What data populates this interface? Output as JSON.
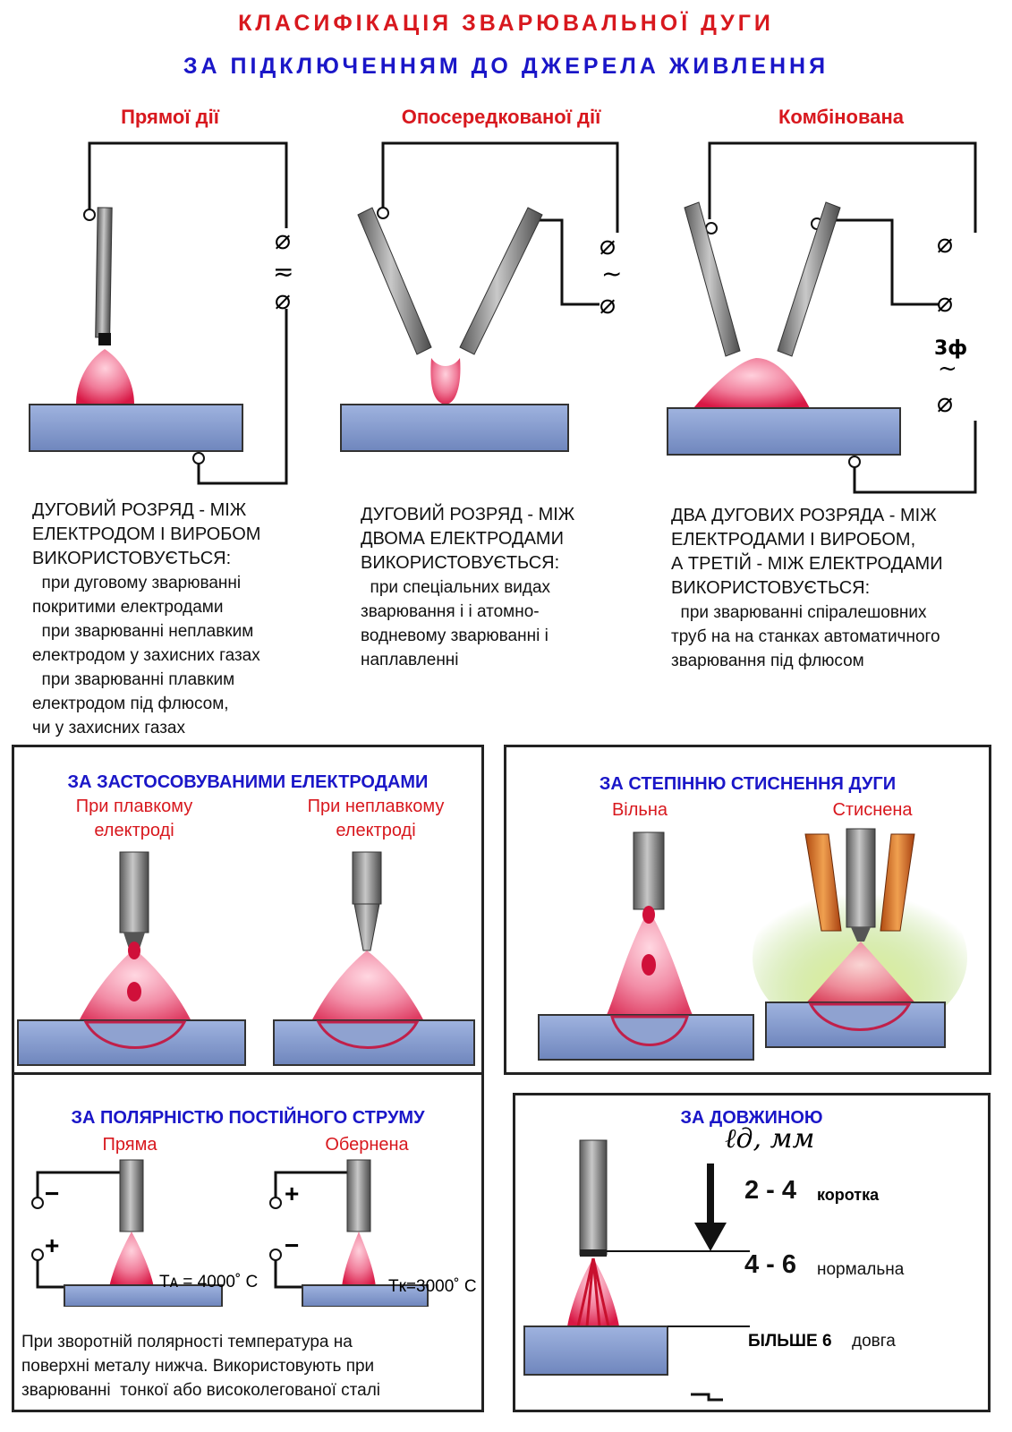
{
  "header": {
    "title": "КЛАСИФІКАЦІЯ ЗВАРЮВАЛЬНОЇ ДУГИ",
    "subtitle": "ЗА ПІДКЛЮЧЕННЯМ ДО ДЖЕРЕЛА ЖИВЛЕННЯ"
  },
  "power": {
    "direct": {
      "label": "Прямої дії",
      "desc": "ДУГОВИЙ РОЗРЯД - МІЖ\nЕЛЕКТРОДОМ І ВИРОБОМ\nВИКОРИСТОВУЄТЬСЯ:",
      "uses": "  при дуговому зварюванні\nпокритими електродами\n  при зварюванні неплавким\nелектродом у захисних газах\n  при зварюванні плавким\nелектродом під флюсом,\nчи у захисних газах"
    },
    "indirect": {
      "label": "Опосередкованої дії",
      "desc": "ДУГОВИЙ РОЗРЯД - МІЖ\nДВОМА ЕЛЕКТРОДАМИ\nВИКОРИСТОВУЄТЬСЯ:",
      "uses": "  при спеціальних видах\nзварювання і і атомно-\nводневому зварюванні і\nнаплавленні"
    },
    "combined": {
      "label": "Комбінована",
      "desc": "ДВА ДУГОВИХ РОЗРЯДА - МІЖ\nЕЛЕКТРОДАМИ І ВИРОБОМ,\nА ТРЕТІЙ - МІЖ ЕЛЕКТРОДАМИ\nВИКОРИСТОВУЄТЬСЯ:",
      "uses": "  при зварюванні спіралешовних\nтруб на на станках автоматичного\nзварювання під флюсом",
      "phase_label": "3ф"
    },
    "ac_symbol": "~",
    "ac_dc_symbol": "≂"
  },
  "electrodes": {
    "title": "ЗА ЗАСТОСОВУВАНИМИ ЕЛЕКТРОДАМИ",
    "consumable": "При плавкому\nелектроді",
    "nonconsumable": "При неплавкому\nелектроді"
  },
  "compression": {
    "title": "ЗА СТЕПІННЮ СТИСНЕННЯ ДУГИ",
    "free": "Вільна",
    "compressed": "Стиснена"
  },
  "polarity": {
    "title": "ЗА ПОЛЯРНІСТЮ ПОСТІЙНОГО СТРУМУ",
    "straight": "Пряма",
    "reverse": "Обернена",
    "minus": "−",
    "plus": "+",
    "temp_anode": "Tᴀ = 4000˚ C",
    "temp_cathode": "Tк=3000˚ C",
    "note": "При зворотній полярності температура на\nповерхні металу нижча. Використовують при\nзварюванні  тонкої або високолегованої сталі"
  },
  "length": {
    "title": "ЗА ДОВЖИНОЮ",
    "unit_label": "ℓд, мм",
    "rows": [
      {
        "range": "2 - 4",
        "name": "коротка"
      },
      {
        "range": "4 - 6",
        "name": "нормальна"
      },
      {
        "range": "БІЛЬШЕ 6",
        "name": "довга"
      }
    ]
  },
  "colors": {
    "title_red": "#d8181e",
    "title_blue": "#1a16c8",
    "plate": "#7f95c9",
    "arc": "#e8345a",
    "electrode": "#6d6d6d"
  }
}
